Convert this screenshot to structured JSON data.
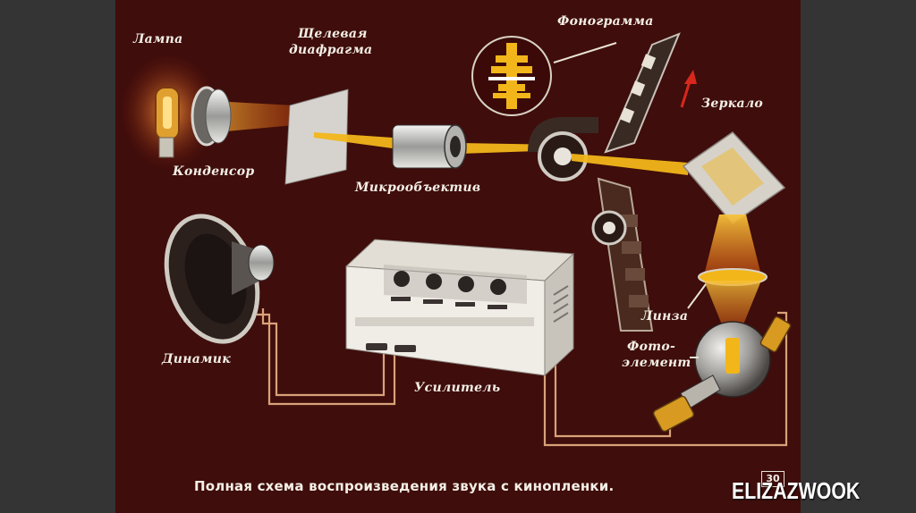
{
  "labels": {
    "lamp": "Лампа",
    "slit_line1": "Щелевая",
    "slit_line2": "диафрагма",
    "condenser": "Конденсор",
    "micro_objective": "Микрообъектив",
    "phonogram": "Фонограмма",
    "mirror": "Зеркало",
    "lens": "Линза",
    "photo_line1": "Фото-",
    "photo_line2": "элемент",
    "speaker": "Динамик",
    "amplifier": "Усилитель"
  },
  "caption": "Полная схема воспроизведения звука с кинопленки.",
  "page_number": "30",
  "watermark": "ELIZAZWOOK",
  "colors": {
    "background": "#3f0d0b",
    "light_beam": "#f2b61a",
    "wire": "#d9a27a",
    "text": "#f3efe6"
  }
}
